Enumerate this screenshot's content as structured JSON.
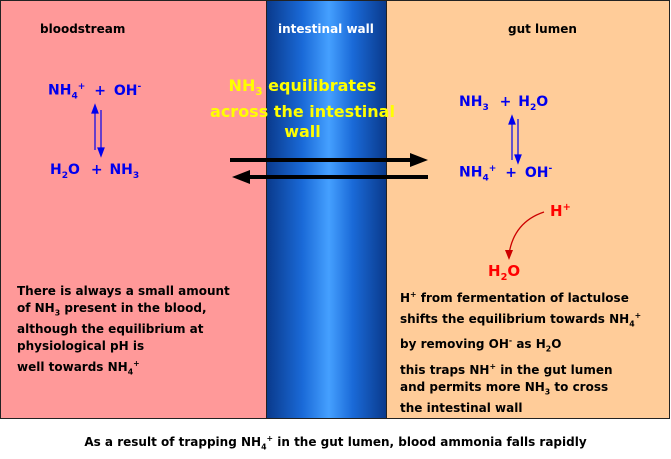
{
  "headers": {
    "blood": "bloodstream",
    "wall": "intestinal wall",
    "lumen": "gut lumen"
  },
  "blood": {
    "eq_top": {
      "a": "NH",
      "a_sub": "4",
      "a_sup": "+",
      "plus": "+",
      "b": "OH",
      "b_sup": "-"
    },
    "eq_bottom": {
      "a": "H",
      "a_sub": "2",
      "a_tail": "O",
      "plus": "+",
      "b": "NH",
      "b_sub": "3"
    },
    "note": {
      "l1": "There is always a small amount",
      "l2a": "of NH",
      "l2sub": "3",
      "l2b": " present in the blood,",
      "l3": "although the equilibrium at",
      "l4": "physiological pH is",
      "l5a": "well towards NH",
      "l5sub": "4",
      "l5sup": "+"
    }
  },
  "banner": {
    "l1a": "NH",
    "l1sub": "3",
    "l1b": " equilibrates",
    "l2": "across the intestinal",
    "l3": "wall"
  },
  "lumen": {
    "eq_top": {
      "a": "NH",
      "a_sub": "3",
      "plus": "+",
      "b": "H",
      "b_sub": "2",
      "b_tail": "O"
    },
    "eq_bottom": {
      "a": "NH",
      "a_sub": "4",
      "a_sup": "+",
      "plus": "+",
      "b": "OH",
      "b_sup": "-"
    },
    "proton": {
      "t": "H",
      "sup": "+"
    },
    "water": {
      "t": "H",
      "sub": "2",
      "tail": "O"
    },
    "note": {
      "l1a": "H",
      "l1sup": "+",
      "l1b": " from fermentation of lactulose",
      "l2a": "shifts the equilibrium towards NH",
      "l2sub": "4",
      "l2sup": "+",
      "l3a": "by removing OH",
      "l3sup": "-",
      "l3b": " as H",
      "l3sub": "2",
      "l3c": "O",
      "l4a": "this traps NH",
      "l4sup": "+",
      "l4b": " in the gut lumen",
      "l5a": "and permits more NH",
      "l5sub": "3",
      "l5b": " to cross",
      "l6": "the intestinal wall"
    }
  },
  "footer": {
    "a": "As a result of trapping NH",
    "sub": "4",
    "sup": "+",
    "b": " in the gut lumen, blood ammonia falls rapidly"
  },
  "colors": {
    "blood_bg": "#ff9999",
    "lumen_bg": "#ffcc99",
    "chem": "#0000ee",
    "proton": "#ff0000",
    "banner": "#ffff00"
  }
}
